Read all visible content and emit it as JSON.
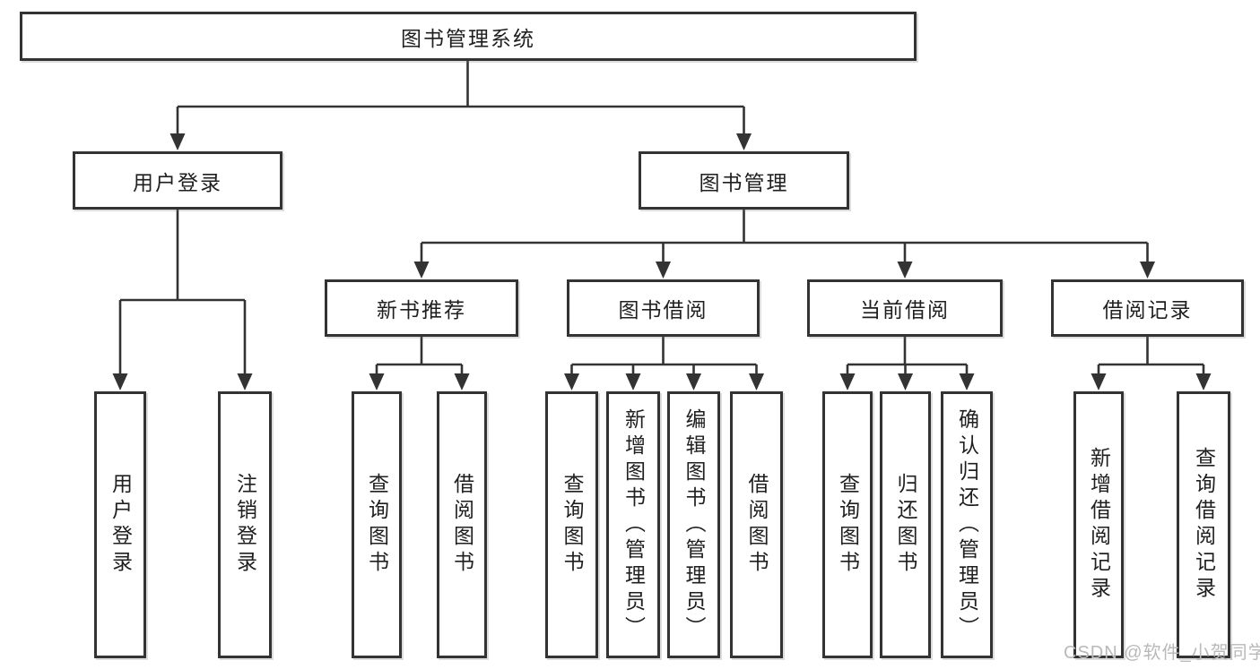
{
  "tree": {
    "root": {
      "label": "图书管理系统"
    },
    "branches": [
      {
        "label": "用户登录",
        "children": [
          {
            "label": "用户登录"
          },
          {
            "label": "注销登录"
          }
        ]
      },
      {
        "label": "图书管理",
        "children": [
          {
            "label": "新书推荐",
            "children": [
              {
                "label": "查询图书"
              },
              {
                "label": "借阅图书"
              }
            ]
          },
          {
            "label": "图书借阅",
            "children": [
              {
                "label": "查询图书"
              },
              {
                "label": "新增图书（管理员）"
              },
              {
                "label": "编辑图书（管理员）"
              },
              {
                "label": "借阅图书"
              }
            ]
          },
          {
            "label": "当前借阅",
            "children": [
              {
                "label": "查询图书"
              },
              {
                "label": "归还图书"
              },
              {
                "label": "确认归还（管理员）"
              }
            ]
          },
          {
            "label": "借阅记录",
            "children": [
              {
                "label": "新增借阅记录"
              },
              {
                "label": "查询借阅记录"
              }
            ]
          }
        ]
      }
    ]
  },
  "watermark": {
    "text": "CSDN @软件_小贺同学"
  },
  "colors": {
    "line": "#333333",
    "border": "#333333",
    "text": "#1f1f1f",
    "background": "#ffffff",
    "watermark": "#b9b9b9"
  }
}
